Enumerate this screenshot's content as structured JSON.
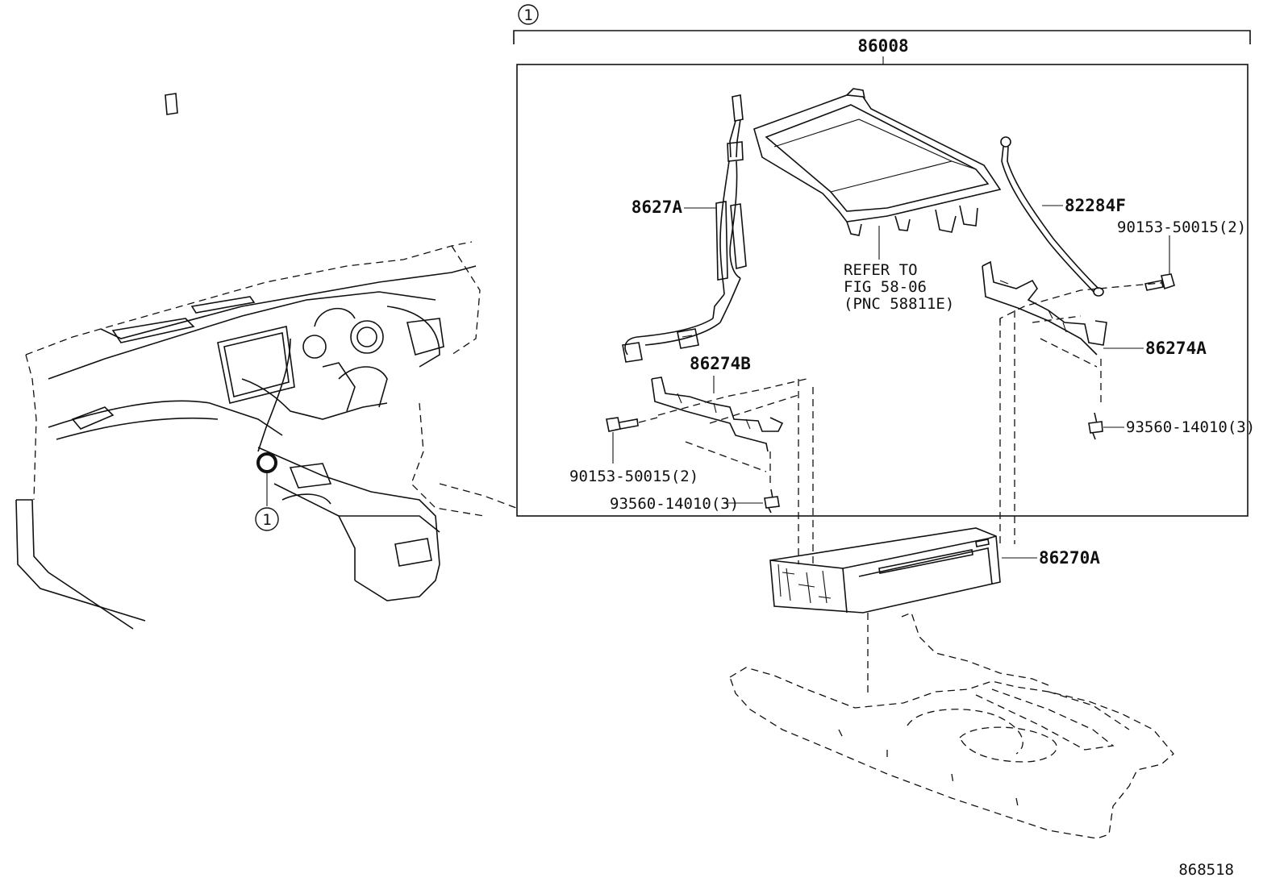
{
  "callout": {
    "number": "1"
  },
  "assembly": {
    "part_number": "86008"
  },
  "labels": {
    "harness": "8627A",
    "ground_wire": "82284F",
    "bracket_left": "86274B",
    "bracket_right": "86274A",
    "bolt_right": "90153-50015(2)",
    "bolt_left": "90153-50015(2)",
    "screw_right": "93560-14010(3)",
    "screw_left": "93560-14010(3)",
    "unit": "86270A",
    "refer_line1": "REFER TO",
    "refer_line2": "FIG 58-06",
    "refer_line3": "(PNC 58811E)"
  },
  "figure_id": "868518"
}
